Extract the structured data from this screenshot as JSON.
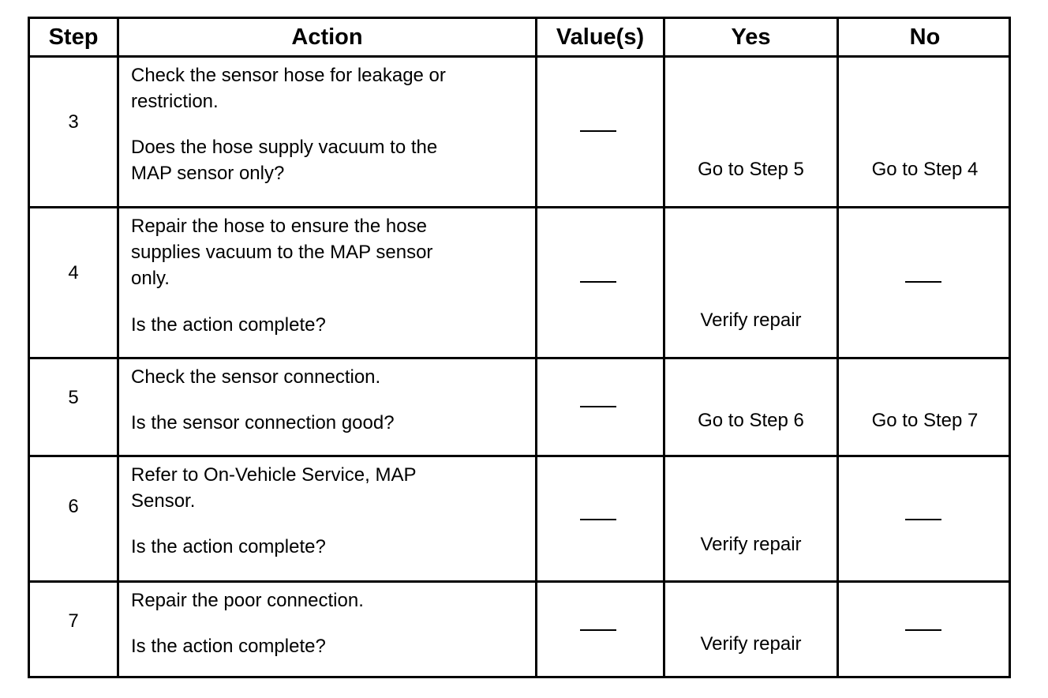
{
  "headers": {
    "step": "Step",
    "action": "Action",
    "values": "Value(s)",
    "yes": "Yes",
    "no": "No"
  },
  "rows": [
    {
      "step": "3",
      "action_lines": [
        "Check the sensor hose for leakage or",
        "restriction."
      ],
      "question_lines": [
        "Does the hose supply vacuum to the",
        "MAP sensor only?"
      ],
      "values": "—",
      "yes": "Go to Step 5",
      "no": "Go to Step 4"
    },
    {
      "step": "4",
      "action_lines": [
        "Repair the hose to ensure the hose",
        "supplies vacuum to the MAP sensor",
        "only."
      ],
      "question_lines": [
        "Is the action complete?"
      ],
      "values": "—",
      "yes": "Verify repair",
      "no": "—"
    },
    {
      "step": "5",
      "action_lines": [
        "Check the sensor connection."
      ],
      "question_lines": [
        "Is the sensor connection good?"
      ],
      "values": "—",
      "yes": "Go to Step 6",
      "no": "Go to Step 7"
    },
    {
      "step": "6",
      "action_lines": [
        "Refer to On-Vehicle Service, MAP",
        "Sensor."
      ],
      "question_lines": [
        "Is the action complete?"
      ],
      "values": "—",
      "yes": "Verify repair",
      "no": "—"
    },
    {
      "step": "7",
      "action_lines": [
        "Repair the poor connection."
      ],
      "question_lines": [
        "Is the action complete?"
      ],
      "values": "—",
      "yes": "Verify repair",
      "no": "—"
    }
  ]
}
